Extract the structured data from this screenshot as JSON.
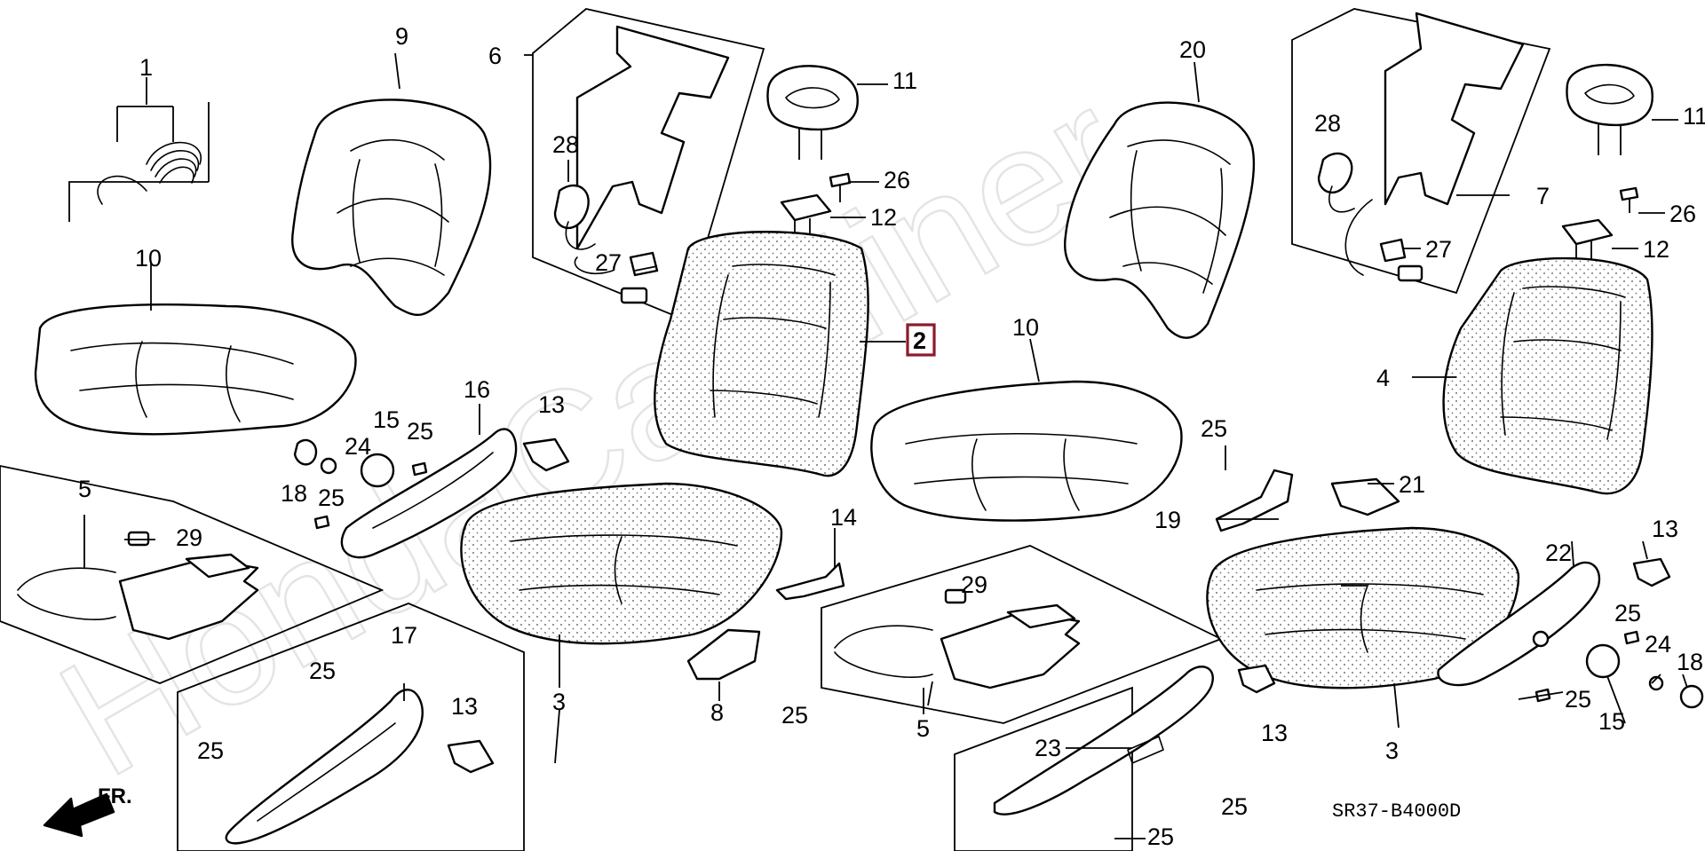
{
  "diagram": {
    "watermark": "HondaCarMiner",
    "diagram_code": "SR37-B4000D",
    "front_indicator": "FR.",
    "colors": {
      "line": "#000000",
      "highlight_box": "#8b1a2c",
      "watermark": "#cfcfcf"
    },
    "selected_part": "2",
    "callouts": {
      "c1": "1",
      "c9": "9",
      "c6": "6",
      "c11a": "11",
      "c26a": "26",
      "c28a": "28",
      "c12a": "12",
      "c27a": "27",
      "c10a": "10",
      "c2": "2",
      "c16": "16",
      "c15a": "15",
      "c24a": "24",
      "c25a": "25",
      "c13a": "13",
      "c18a": "18",
      "c25b": "25",
      "c5a": "5",
      "c29a": "29",
      "c14": "14",
      "c3a": "3",
      "c8": "8",
      "c25c": "25",
      "c17": "17",
      "c25d": "25",
      "c13b": "13",
      "c25e": "25",
      "c20": "20",
      "c28b": "28",
      "c7": "7",
      "c11b": "11",
      "c26b": "26",
      "c27b": "27",
      "c12b": "12",
      "c10b": "10",
      "c4": "4",
      "c25f": "25",
      "c21": "21",
      "c19": "19",
      "c13c": "13",
      "c22": "22",
      "c29b": "29",
      "c25g": "25",
      "c24b": "24",
      "c18b": "18",
      "c25h": "25",
      "c15b": "15",
      "c5b": "5",
      "c13d": "13",
      "c3b": "3",
      "c23": "23",
      "c25i": "25",
      "c25j": "25"
    }
  }
}
